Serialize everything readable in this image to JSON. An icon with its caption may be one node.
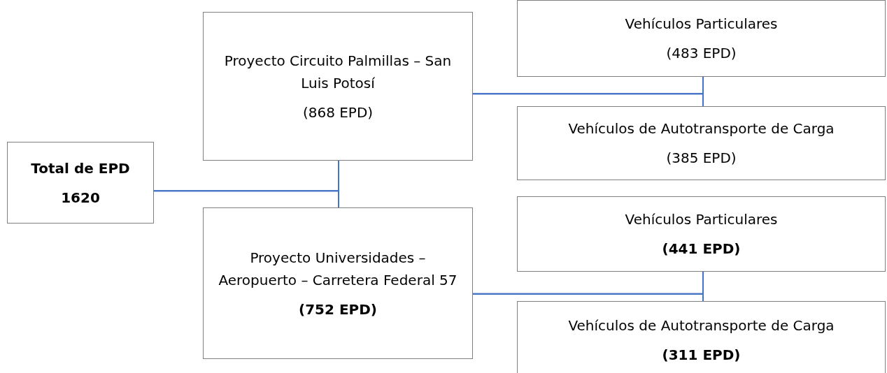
{
  "diagram": {
    "nodes": [
      {
        "text": [
          "Total de EPD",
          "1620"
        ]
      },
      {
        "text": [
          "Proyecto Circuito Palmillas – San Luis Potosí",
          "(868 EPD)"
        ]
      },
      {
        "text": [
          "Proyecto Universidades – Aeropuerto – Carretera Federal 57",
          "(752 EPD)"
        ]
      },
      {
        "text": [
          "Vehículos Particulares",
          "(483 EPD)"
        ]
      },
      {
        "text": [
          "Vehículos de Autotransporte de Carga",
          "(385 EPD)"
        ]
      },
      {
        "text": [
          "Vehículos Particulares",
          "(441 EPD)"
        ]
      },
      {
        "text": [
          "Vehículos de Autotransporte de Carga",
          "(311 EPD)"
        ]
      }
    ],
    "edges": [
      {
        "from": 0,
        "to": 1,
        "arrow": "none"
      },
      {
        "from": 0,
        "to": 2,
        "arrow": "none"
      },
      {
        "from": 1,
        "to": 3,
        "arrow": "none"
      },
      {
        "from": 1,
        "to": 4,
        "arrow": "none"
      },
      {
        "from": 2,
        "to": 5,
        "arrow": "none"
      },
      {
        "from": 2,
        "to": 6,
        "arrow": "none"
      }
    ]
  }
}
